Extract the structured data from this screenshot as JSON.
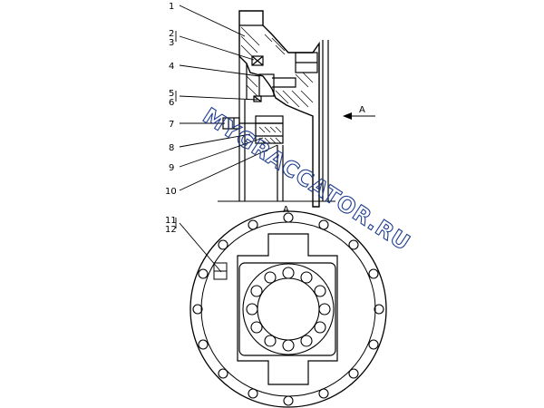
{
  "callouts": [
    "1",
    "2",
    "3",
    "4",
    "5",
    "6",
    "7",
    "8",
    "9",
    "10",
    "11",
    "12"
  ],
  "view_markers": {
    "arrow_label": "A",
    "section_label": "A"
  },
  "watermark": {
    "text": "MYGRACCATOR.RU",
    "color": "#1e3d8f"
  },
  "colors": {
    "line": "#000000",
    "background": "#ffffff"
  }
}
